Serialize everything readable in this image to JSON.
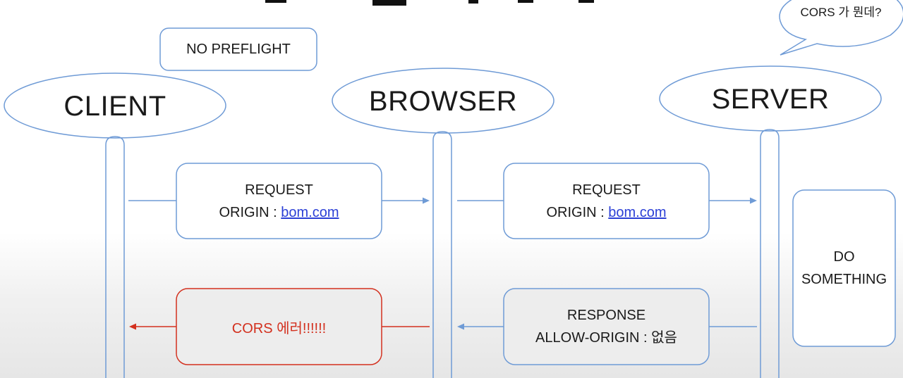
{
  "notes": {
    "no_preflight": "NO PREFLIGHT",
    "bubble": "CORS 가 뭔데?"
  },
  "actors": {
    "client": "CLIENT",
    "browser": "BROWSER",
    "server": "SERVER"
  },
  "messages": {
    "client_request": {
      "line1": "REQUEST",
      "origin_label": "ORIGIN : ",
      "origin_value": "bom.com"
    },
    "browser_request": {
      "line1": "REQUEST",
      "origin_label": "ORIGIN : ",
      "origin_value": "bom.com"
    },
    "server_response": {
      "line1": "RESPONSE",
      "line2": "ALLOW-ORIGIN : 없음"
    },
    "browser_error": {
      "text": "CORS 에러!!!!!!"
    },
    "server_action": {
      "line1": "DO",
      "line2": "SOMETHING"
    }
  },
  "colors": {
    "outline": "#6f9bd6",
    "error": "#d3301e",
    "link": "#2b3fd6",
    "text": "#1a1a1a"
  }
}
